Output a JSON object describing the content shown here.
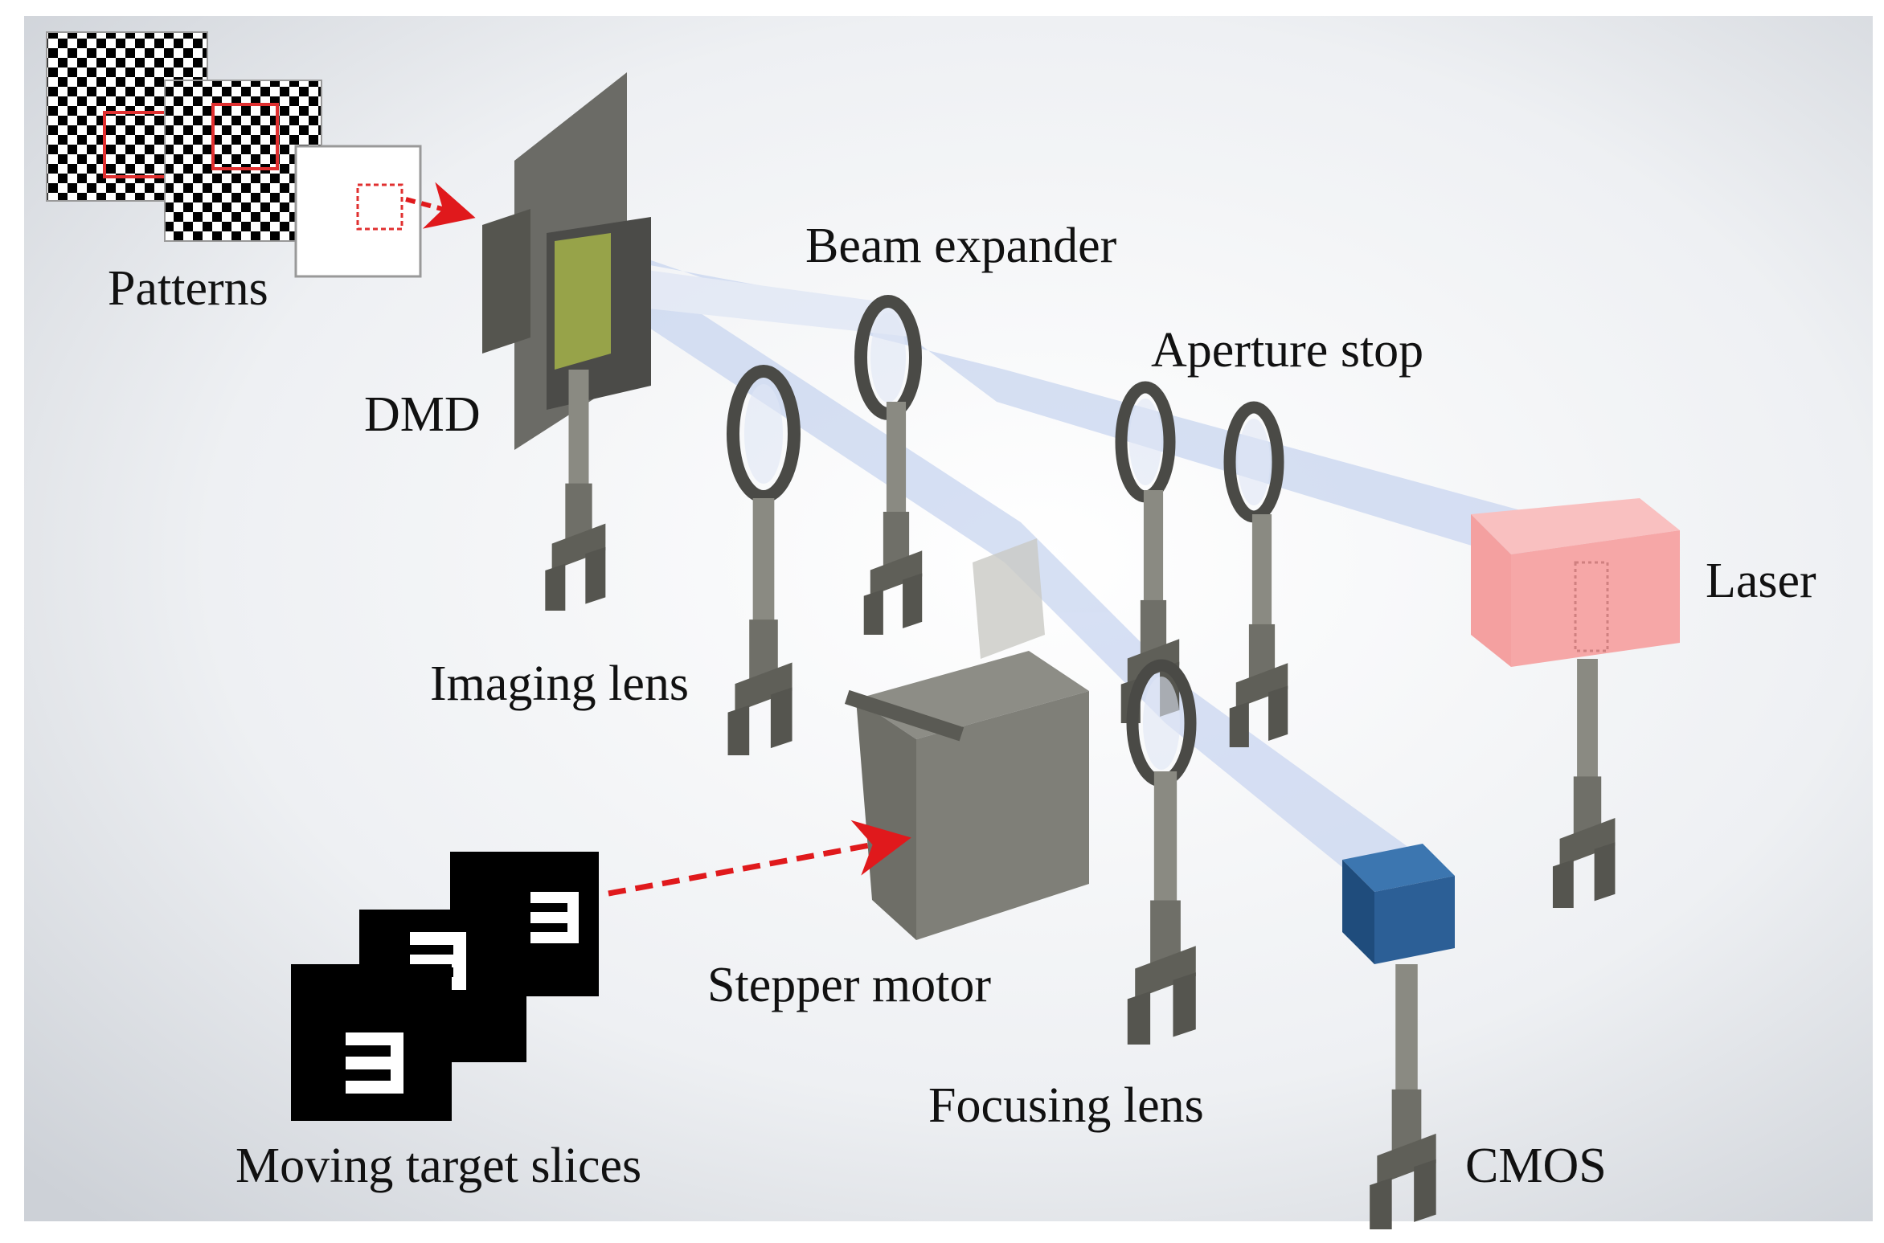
{
  "labels": {
    "patterns": "Patterns",
    "dmd": "DMD",
    "beam_expander": "Beam expander",
    "aperture_stop": "Aperture stop",
    "laser": "Laser",
    "imaging_lens": "Imaging lens",
    "stepper_motor": "Stepper motor",
    "focusing_lens": "Focusing lens",
    "moving_target_slices": "Moving target slices",
    "cmos": "CMOS"
  },
  "colors": {
    "background": "#eef0f3",
    "beam": "#c9d6f0",
    "laser_body": "#f6a0a0",
    "cmos_body": "#2c5f96",
    "metal": "#77776f",
    "arrow": "#e0191c",
    "pattern_outline": "#e03030"
  }
}
